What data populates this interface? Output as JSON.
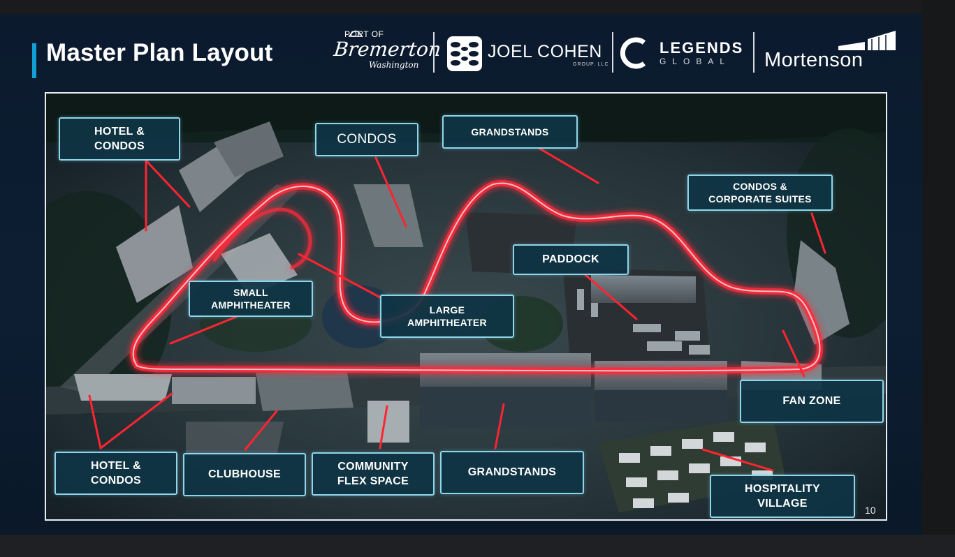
{
  "slide": {
    "title": "Master Plan Layout",
    "page_number": "10"
  },
  "logos": {
    "port": {
      "top": "PORT OF",
      "name": "Bremerton",
      "sub": "Washington"
    },
    "joel_cohen": {
      "name": "JOEL COHEN",
      "sub": "GROUP, LLC"
    },
    "legends": {
      "name": "LEGENDS",
      "sub": "GLOBAL"
    },
    "mortenson": {
      "name": "Mortenson"
    }
  },
  "map_labels": {
    "hotel_condos_top": "HOTEL &\nCONDOS",
    "condos": "CONDOS",
    "grandstands_top": "GRANDSTANDS",
    "condos_corporate_suites": "CONDOS &\nCORPORATE SUITES",
    "paddock": "PADDOCK",
    "small_amphitheater": "SMALL\nAMPHITHEATER",
    "large_amphitheater": "LARGE\nAMPHITHEATER",
    "fan_zone": "FAN ZONE",
    "hotel_condos_bottom": "HOTEL &\nCONDOS",
    "clubhouse": "CLUBHOUSE",
    "community_flex_space": "COMMUNITY\nFLEX SPACE",
    "grandstands_bottom": "GRANDSTANDS",
    "hospitality_village": "HOSPITALITY\nVILLAGE"
  },
  "colors": {
    "slide_background": "#0b1a2d",
    "title_accent": "#11a0d6",
    "track_glow": "#ff2a3a",
    "label_border": "#8fd6ea",
    "label_fill": "#0e3444"
  }
}
